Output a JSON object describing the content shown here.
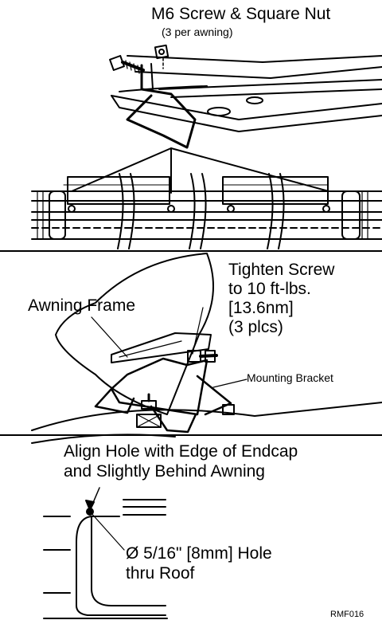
{
  "panel1": {
    "title": "M6 Screw & Square Nut",
    "subtitle": "(3 per awning)"
  },
  "panel2": {
    "torque_line1": "Tighten Screw",
    "torque_line2": "to 10 ft-lbs.",
    "torque_line3": "[13.6nm]",
    "torque_line4": "(3 plcs)",
    "frame_label": "Awning Frame",
    "bracket_label": "Mounting Bracket"
  },
  "panel3": {
    "heading_line1": "Align Hole with Edge of Endcap",
    "heading_line2": "and Slightly Behind Awning",
    "hole_line1": "Ø 5/16\" [8mm] Hole",
    "hole_line2": "thru Roof"
  },
  "figure_code": "RMF016"
}
